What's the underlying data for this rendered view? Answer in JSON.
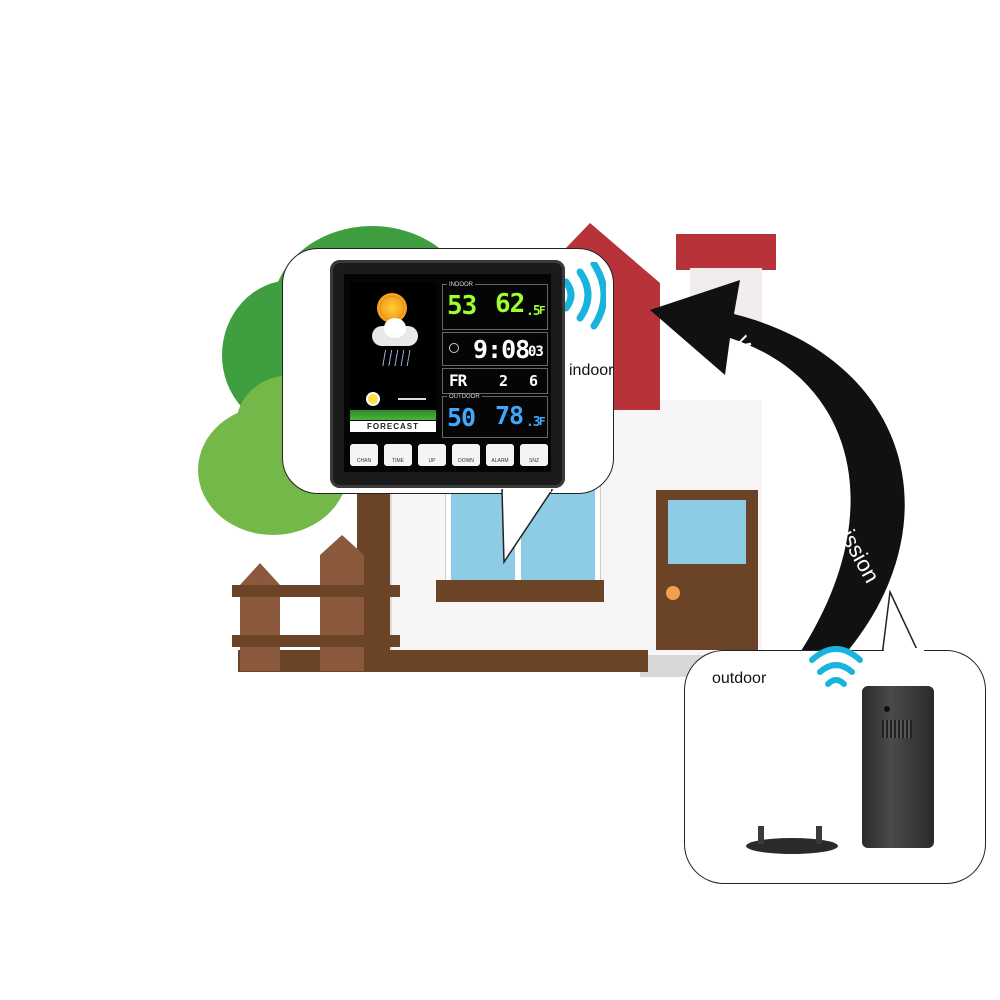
{
  "labels": {
    "indoor": "indoor",
    "outdoor": "outdoor",
    "signal": "Wireless signal transmission"
  },
  "station": {
    "indoor_header": "INDOOR",
    "indoor_humidity": "53",
    "indoor_temp": "62",
    "indoor_temp_decimal": ".5",
    "indoor_unit": "F",
    "time_hm": "9:08",
    "time_sec": "03",
    "day": "FR",
    "month": "2",
    "date": "6",
    "outdoor_header": "OUTDOOR",
    "outdoor_humidity": "50",
    "outdoor_temp": "78",
    "outdoor_temp_decimal": ".3",
    "outdoor_unit": "F",
    "forecast": "FORECAST",
    "buttons": [
      "CHAN",
      "TIME",
      "UP",
      "DOWN",
      "ALARM",
      "SNZ"
    ]
  },
  "colors": {
    "roof": "#b8323a",
    "door": "#6b4428",
    "window": "#8ecbe4",
    "signal_wave": "#19b3e0",
    "arrow": "#111111",
    "lcd_green": "#9cff2f",
    "lcd_blue": "#3fa8ff"
  }
}
